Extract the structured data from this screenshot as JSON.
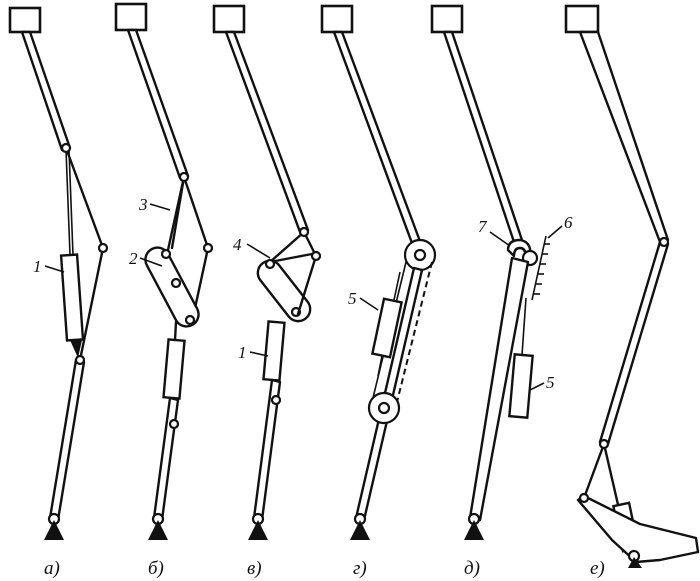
{
  "figure": {
    "panels": [
      {
        "label": "а)",
        "callouts": [
          "1"
        ]
      },
      {
        "label": "б)",
        "callouts": [
          "3",
          "2"
        ]
      },
      {
        "label": "в)",
        "callouts": [
          "4",
          "1"
        ]
      },
      {
        "label": "г)",
        "callouts": [
          "5"
        ]
      },
      {
        "label": "д)",
        "callouts": [
          "7",
          "6",
          "5"
        ]
      },
      {
        "label": "е)",
        "callouts": []
      }
    ]
  }
}
